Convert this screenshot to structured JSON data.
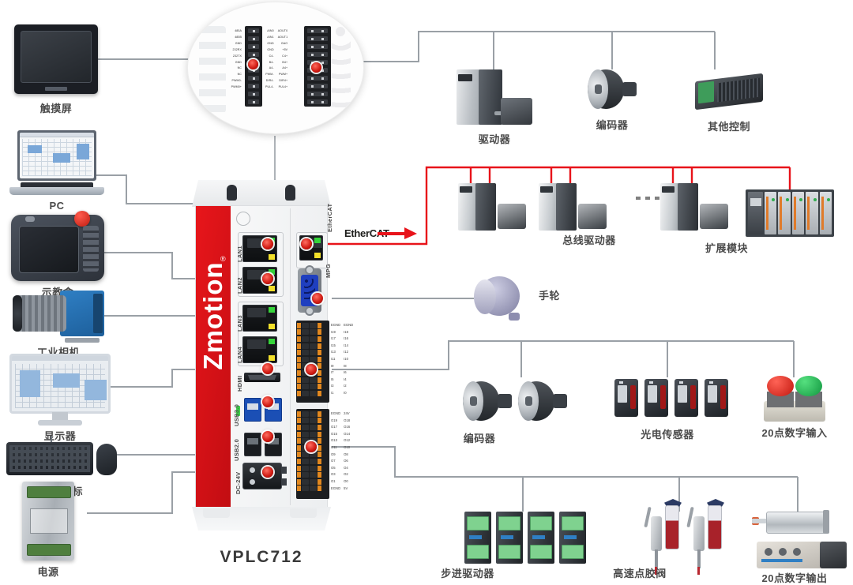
{
  "diagram": {
    "title": "VPLC712",
    "controller": {
      "brand": "Zmotion",
      "registered_mark": "®",
      "model": "VPLC712",
      "ports": [
        {
          "name": "LAN1"
        },
        {
          "name": "LAN2"
        },
        {
          "name": "LAN3"
        },
        {
          "name": "LAN4"
        },
        {
          "name": "HDMI"
        },
        {
          "name": "USB3.0"
        },
        {
          "name": "USB2.0"
        },
        {
          "name": "DC-24V"
        },
        {
          "name": "EtherCAT"
        },
        {
          "name": "MPG"
        }
      ],
      "input_terminal_labels": [
        [
          "EGND",
          "EGND"
        ],
        [
          "I19",
          "I18"
        ],
        [
          "I17",
          "I16"
        ],
        [
          "I15",
          "I14"
        ],
        [
          "I13",
          "I12"
        ],
        [
          "I11",
          "I10"
        ],
        [
          "I9",
          "I8"
        ],
        [
          "I7",
          "I6"
        ],
        [
          "I5",
          "I4"
        ],
        [
          "I3",
          "I2"
        ],
        [
          "I1",
          "I0"
        ]
      ],
      "output_terminal_labels": [
        [
          "EGND",
          "24V"
        ],
        [
          "O19",
          "O18"
        ],
        [
          "O17",
          "O16"
        ],
        [
          "O15",
          "O14"
        ],
        [
          "O13",
          "O12"
        ],
        [
          "O11",
          "O10"
        ],
        [
          "O9",
          "O8"
        ],
        [
          "O7",
          "O6"
        ],
        [
          "O5",
          "O4"
        ],
        [
          "O3",
          "O2"
        ],
        [
          "O1",
          "O0"
        ],
        [
          "EGND",
          "5V"
        ]
      ]
    },
    "magnifier": {
      "left_terminal_labels": [
        "485A",
        "485B",
        "GND",
        "232RX",
        "232TX",
        "GND",
        "NC",
        "NC",
        "PWM0-",
        "PWM0+"
      ],
      "right_terminal_labels": [
        [
          "AIN0",
          "AOUT0"
        ],
        [
          "AIN1",
          "AOUT1"
        ],
        [
          "GND",
          "GAO"
        ],
        [
          "GND",
          "+5V"
        ],
        [
          "C4-",
          "C4+"
        ],
        [
          "B4-",
          "B4+"
        ],
        [
          "A4-",
          "A4+"
        ],
        [
          "PWM-",
          "PWM+"
        ],
        [
          "DIR4-",
          "DIR4+"
        ],
        [
          "PUL4-",
          "PUL4+"
        ]
      ]
    },
    "bus_label": "EtherCAT",
    "left_devices": [
      {
        "id": "touchscreen",
        "label": "触摸屏"
      },
      {
        "id": "pc",
        "label": "PC"
      },
      {
        "id": "teach-pendant",
        "label": "示教盒"
      },
      {
        "id": "industrial-camera",
        "label": "工业相机"
      },
      {
        "id": "monitor",
        "label": "显示器"
      },
      {
        "id": "keyboard-mouse",
        "label": "键盘鼠标"
      },
      {
        "id": "power-supply",
        "label": "电源"
      }
    ],
    "right_devices": [
      {
        "id": "servo-driver",
        "label": "驱动器"
      },
      {
        "id": "encoder-top",
        "label": "编码器"
      },
      {
        "id": "other-controller",
        "label": "其他控制"
      },
      {
        "id": "bus-driver",
        "label": "总线驱动器"
      },
      {
        "id": "expansion-module",
        "label": "扩展模块"
      },
      {
        "id": "handwheel",
        "label": "手轮"
      },
      {
        "id": "encoder-mid",
        "label": "编码器"
      },
      {
        "id": "photo-sensor",
        "label": "光电传感器"
      },
      {
        "id": "digital-input",
        "label": "20点数字输入"
      },
      {
        "id": "stepper-driver",
        "label": "步进驱动器"
      },
      {
        "id": "dispensing-valve",
        "label": "高速点胶阀"
      },
      {
        "id": "digital-output",
        "label": "20点数字输出"
      }
    ],
    "colors": {
      "brand_red": "#e8161b",
      "wire_gray": "#9aa0a6",
      "wire_red": "#e8131a",
      "label_gray": "#4a4a4a"
    }
  }
}
